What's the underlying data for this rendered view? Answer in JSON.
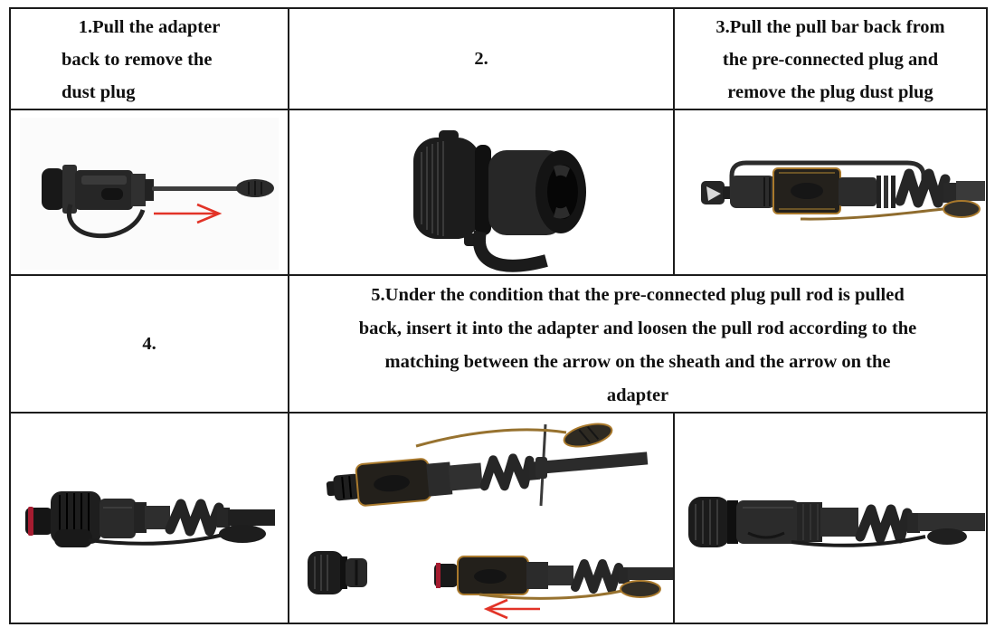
{
  "document": {
    "steps": {
      "step1": {
        "lines": [
          "1.Pull the adapter",
          "back to remove the",
          "dust plug"
        ]
      },
      "step2": {
        "label": "2."
      },
      "step3": {
        "lines": [
          "3.Pull the pull bar back from",
          "the pre-connected plug and",
          "remove the plug dust plug"
        ]
      },
      "step4": {
        "label": "4."
      },
      "step5": {
        "lines": [
          "5.Under the condition that the pre-connected plug pull rod is pulled",
          "back, insert it into the adapter and loosen the pull rod according to the",
          "matching between the arrow on the sheath and the arrow on the",
          "adapter"
        ]
      }
    },
    "photos": {
      "adapter_dust_plug": "adapter-with-dust-plug-pull-rod-photo",
      "adapter_closeup": "adapter-closeup-with-strap-photo",
      "plug_pull_bar": "pre-connected-plug-with-pull-bar-photo",
      "plug_rod_back": "plug-with-pull-rod-pulled-back-photo",
      "insert_sequence": "plug-inserting-into-adapter-photo",
      "assembled": "assembled-plug-and-adapter-photo"
    },
    "icons": {
      "arrow_right": "red-arrow-right-icon",
      "arrow_left": "red-arrow-left-icon"
    }
  },
  "colors": {
    "border": "#1c1c1c",
    "text": "#101010",
    "arrow_red": "#e23327",
    "accent_orange": "#a9792c",
    "tip_red": "#a51c30",
    "connector_dark": "#262626",
    "background": "#ffffff"
  }
}
